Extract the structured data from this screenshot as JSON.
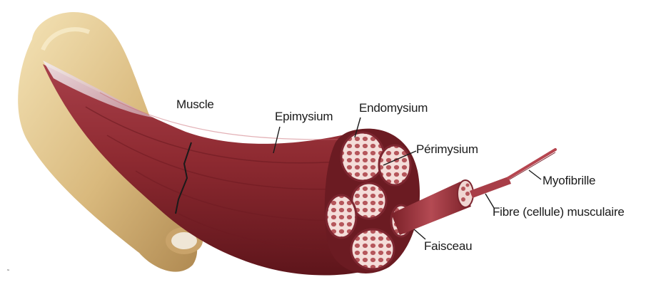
{
  "labels": {
    "muscle": "Muscle",
    "epimysium": "Epimysium",
    "endomysium": "Endomysium",
    "perimysium": "Périmysium",
    "myofibrille": "Myofibrille",
    "fibre": "Fibre (cellule) musculaire",
    "faisceau": "Faisceau"
  },
  "colors": {
    "muscle": "#8e2a31",
    "muscle_dark": "#5e151b",
    "bone": "#dcc08a",
    "fascicle_bg": "#f3dcd8",
    "fascicle_cell": "#b65a5e"
  }
}
